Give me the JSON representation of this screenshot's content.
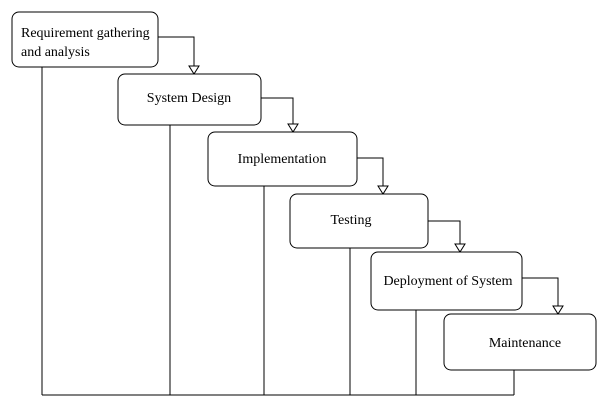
{
  "diagram": {
    "type": "waterfall-model",
    "line_color": "#000000",
    "box_fill": "#ffffff",
    "stages": [
      {
        "line1": "Requirement gathering",
        "line2": "and analysis"
      },
      {
        "line1": "System Design"
      },
      {
        "line1": "Implementation"
      },
      {
        "line1": "Testing"
      },
      {
        "line1": "Deployment of System"
      },
      {
        "line1": "Maintenance"
      }
    ]
  }
}
